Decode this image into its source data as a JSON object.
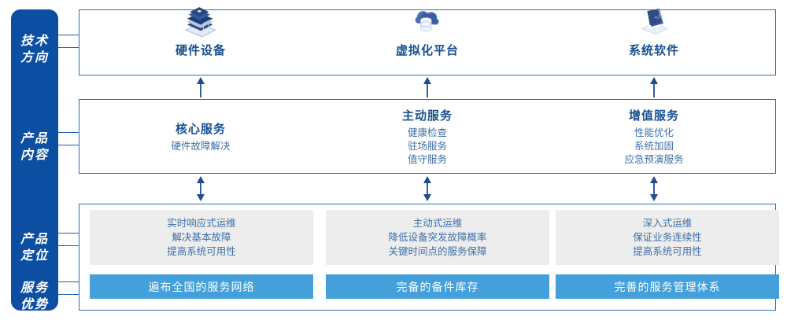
{
  "colors": {
    "sidebar_bg": "#0B4EA2",
    "frame_border": "#2F6FB5",
    "heading_blue": "#16508F",
    "body_blue": "#3E6FA8",
    "bar_blue": "#43A0DB",
    "gray_box": "#EDEDED",
    "arrow": "#1F4C8F"
  },
  "sidebar": {
    "items": [
      {
        "line1": "技术",
        "line2": "方向"
      },
      {
        "line1": "产品",
        "line2": "内容"
      },
      {
        "line1": "产品",
        "line2": "定位"
      },
      {
        "line1": "服务",
        "line2": "优势"
      }
    ]
  },
  "tech_direction": {
    "columns": [
      {
        "icon": "server-stack-icon",
        "title": "硬件设备"
      },
      {
        "icon": "cloud-database-icon",
        "title": "虚拟化平台"
      },
      {
        "icon": "laptop-code-icon",
        "title": "系统软件"
      }
    ]
  },
  "product_content": {
    "columns": [
      {
        "heading": "核心服务",
        "items": [
          "硬件故障解决"
        ]
      },
      {
        "heading": "主动服务",
        "items": [
          "健康检查",
          "驻场服务",
          "值守服务"
        ]
      },
      {
        "heading": "增值服务",
        "items": [
          "性能优化",
          "系统加固",
          "应急预演服务"
        ]
      }
    ]
  },
  "product_positioning": {
    "columns": [
      {
        "lines": [
          "实时响应式运维",
          "解决基本故障",
          "提高系统可用性"
        ]
      },
      {
        "lines": [
          "主动式运维",
          "降低设备突发故障概率",
          "关键时间点的服务保障"
        ]
      },
      {
        "lines": [
          "深入式运维",
          "保证业务连续性",
          "提高系统可用性"
        ]
      }
    ]
  },
  "service_advantage": {
    "bars": [
      "遍布全国的服务网络",
      "完备的备件库存",
      "完善的服务管理体系"
    ]
  }
}
